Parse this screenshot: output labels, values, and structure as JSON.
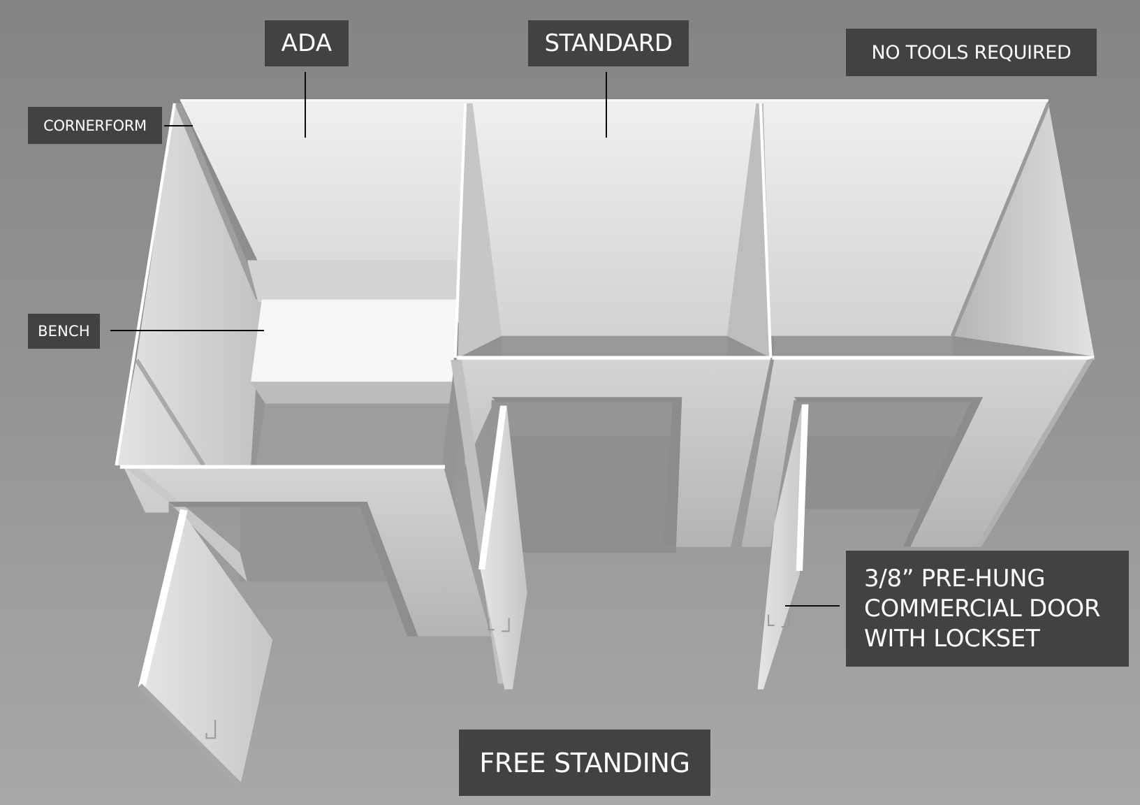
{
  "labels": {
    "ada": "ADA",
    "standard": "STANDARD",
    "no_tools": "NO TOOLS REQUIRED",
    "cornerform": "CORNERFORM",
    "bench": "BENCH",
    "door_line1": "3/8” PRE-HUNG",
    "door_line2": "COMMERCIAL DOOR",
    "door_line3": "WITH LOCKSET",
    "free_standing": "FREE STANDING"
  },
  "colors": {
    "background_top": "#848484",
    "background_bottom": "#a6a6a6",
    "label_bg": "#424242",
    "label_text": "#ffffff",
    "leader_line": "#0a0a0a",
    "panel_light": "#eeeeee",
    "panel_mid": "#d0d0d0",
    "panel_edge": "#ffffff"
  },
  "scene": {
    "stalls": [
      "ADA",
      "STANDARD",
      "STANDARD"
    ],
    "features": [
      "cornerform",
      "bench",
      "pre-hung door with lockset",
      "free standing"
    ]
  }
}
